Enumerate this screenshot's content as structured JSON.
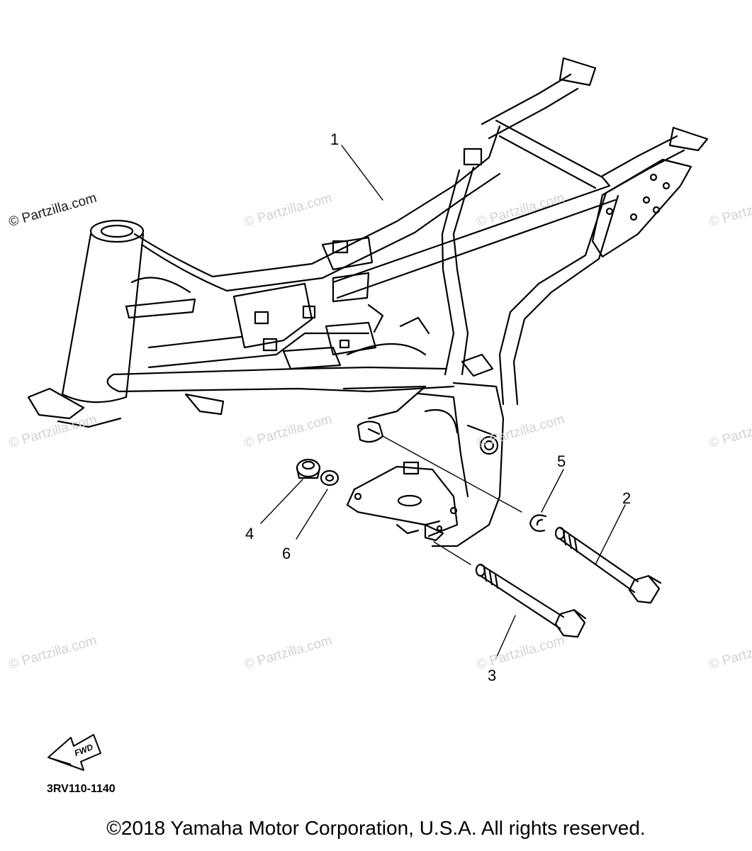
{
  "watermark_text": "© Partzilla.com",
  "callouts": [
    "1",
    "2",
    "3",
    "4",
    "5",
    "6"
  ],
  "fwd_label": "FWD",
  "part_code": "3RV110-1140",
  "copyright": "©2018  Yamaha Motor Corporation, U.S.A. All rights reserved."
}
